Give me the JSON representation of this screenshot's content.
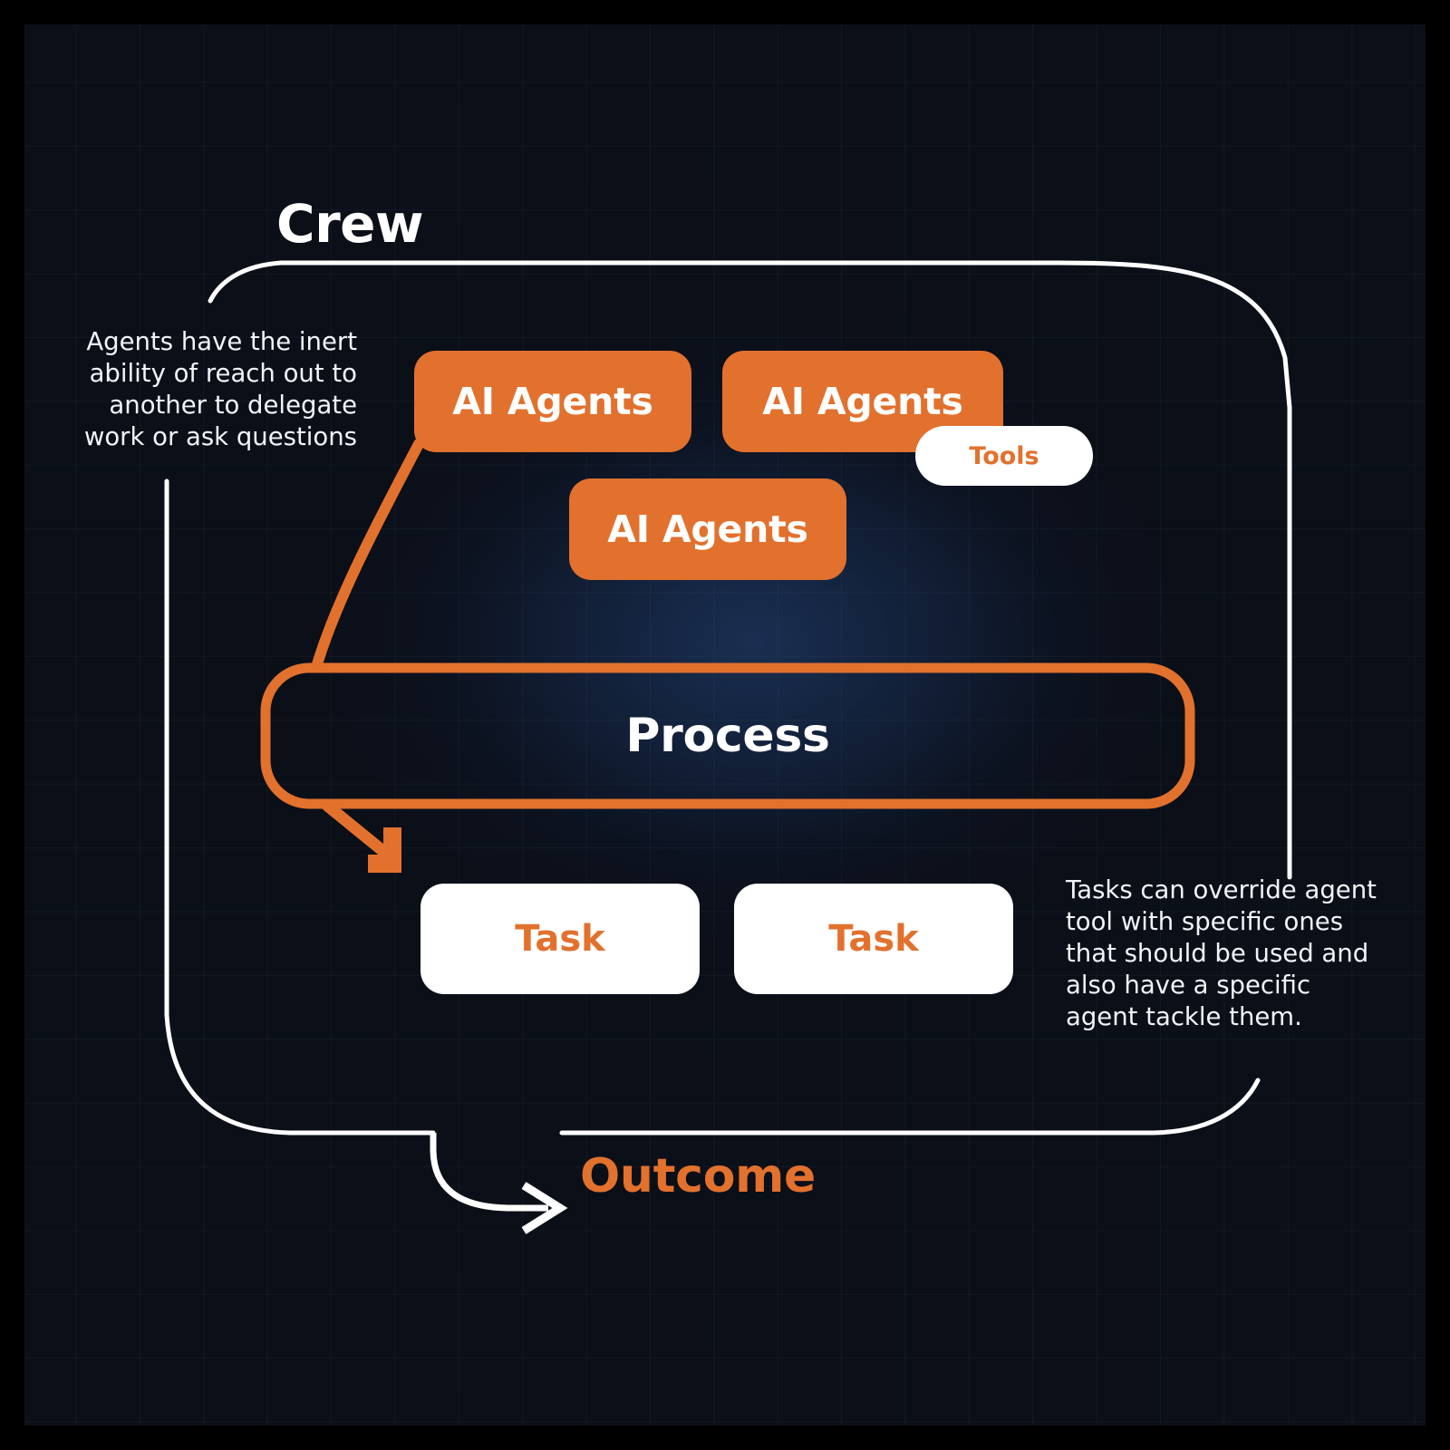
{
  "diagram": {
    "title": "Crew",
    "theme": {
      "background": "#0b0f18",
      "accent_orange": "#e2712e",
      "panel_white": "#ffffff",
      "text_white": "#f2f4f7",
      "glow_blue": "#1a3054"
    },
    "annotations": {
      "left": "Agents have the inert ability of reach out to another to delegate work or ask questions",
      "right": "Tasks can override agent tool with specific ones that should be used and also have a specific agent tackle them."
    },
    "agents": [
      {
        "label": "AI Agents"
      },
      {
        "label": "AI Agents"
      },
      {
        "label": "AI Agents"
      }
    ],
    "tools": {
      "label": "Tools"
    },
    "process": {
      "label": "Process"
    },
    "tasks": [
      {
        "label": "Task"
      },
      {
        "label": "Task"
      }
    ],
    "outcome": {
      "label": "Outcome"
    }
  }
}
